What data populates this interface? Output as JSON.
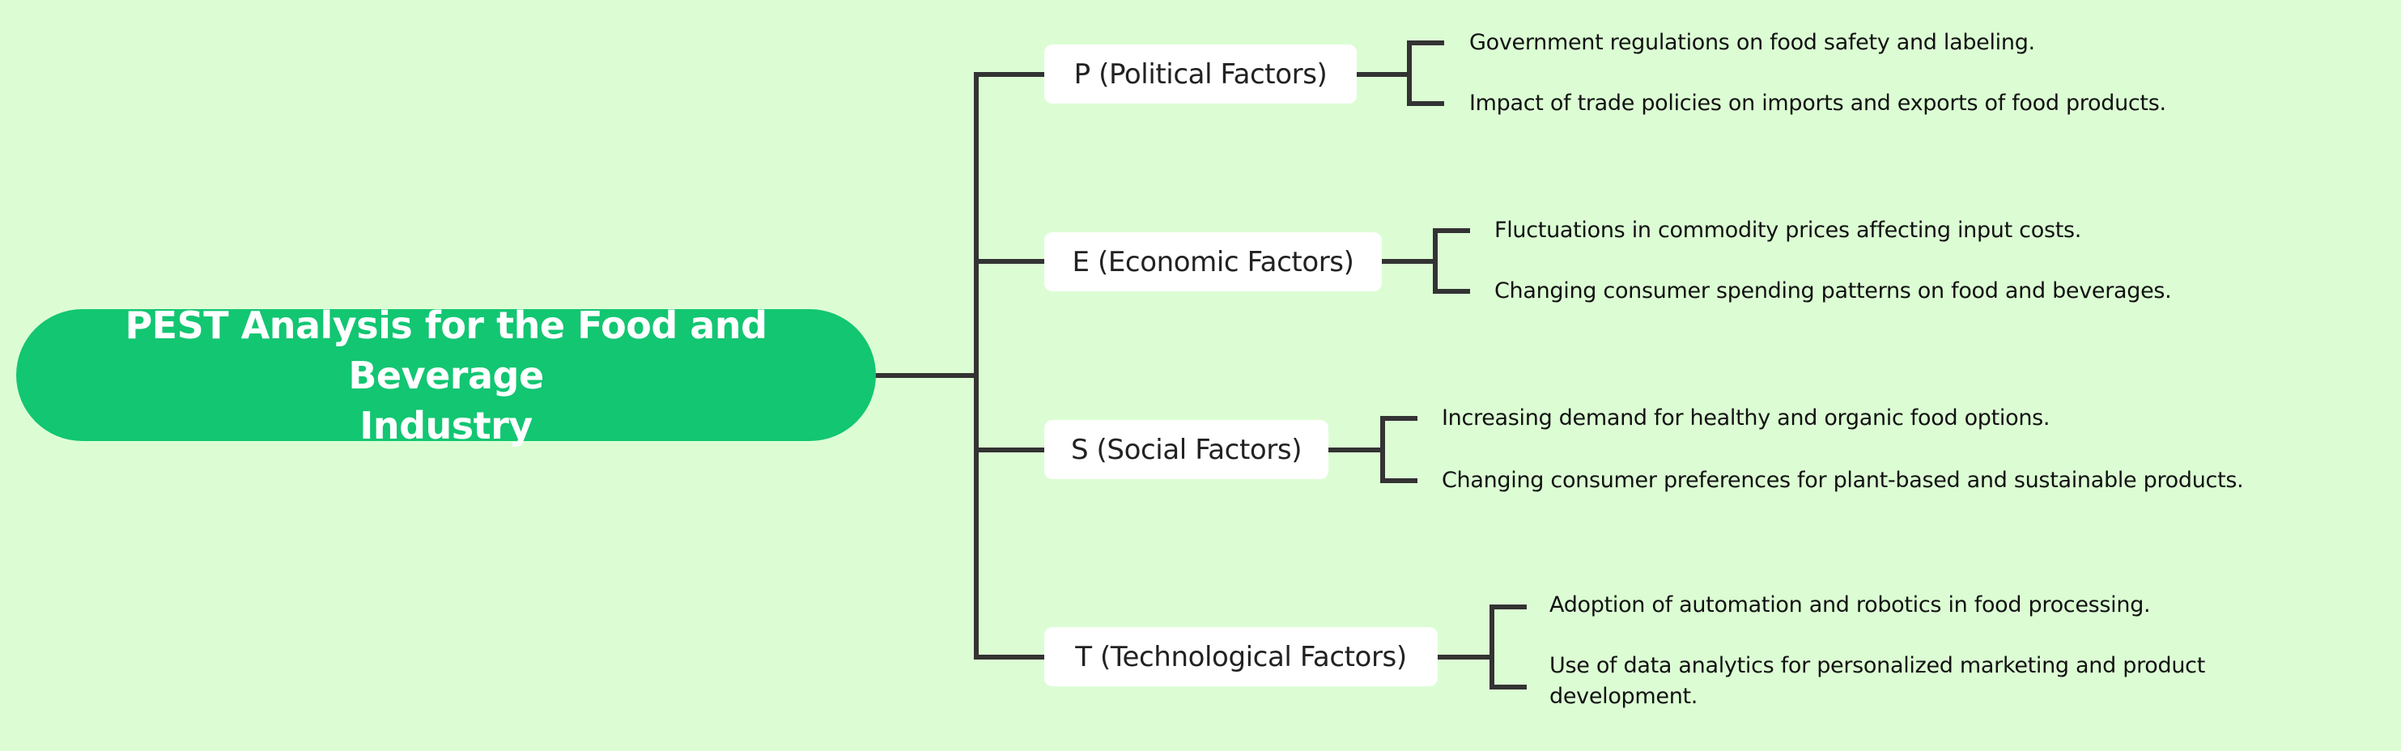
{
  "colors": {
    "background": "#DCFDD4",
    "root_fill": "#12C672",
    "node_fill": "#FFFFFF",
    "line": "#333333"
  },
  "root": {
    "title_line1": "PEST Analysis for the Food and Beverage",
    "title_line2": "Industry"
  },
  "branches": [
    {
      "label": "P (Political Factors)",
      "items": [
        "Government regulations on food safety and labeling.",
        "Impact of trade policies on imports and exports of food products."
      ]
    },
    {
      "label": "E (Economic Factors)",
      "items": [
        "Fluctuations in commodity prices affecting input costs.",
        "Changing consumer spending patterns on food and beverages."
      ]
    },
    {
      "label": "S (Social Factors)",
      "items": [
        "Increasing demand for healthy and organic food options.",
        "Changing consumer preferences for plant-based and sustainable products."
      ]
    },
    {
      "label": "T (Technological Factors)",
      "items": [
        "Adoption of automation and robotics in food processing.",
        "Use of data analytics for personalized marketing and product",
        "development."
      ]
    }
  ]
}
